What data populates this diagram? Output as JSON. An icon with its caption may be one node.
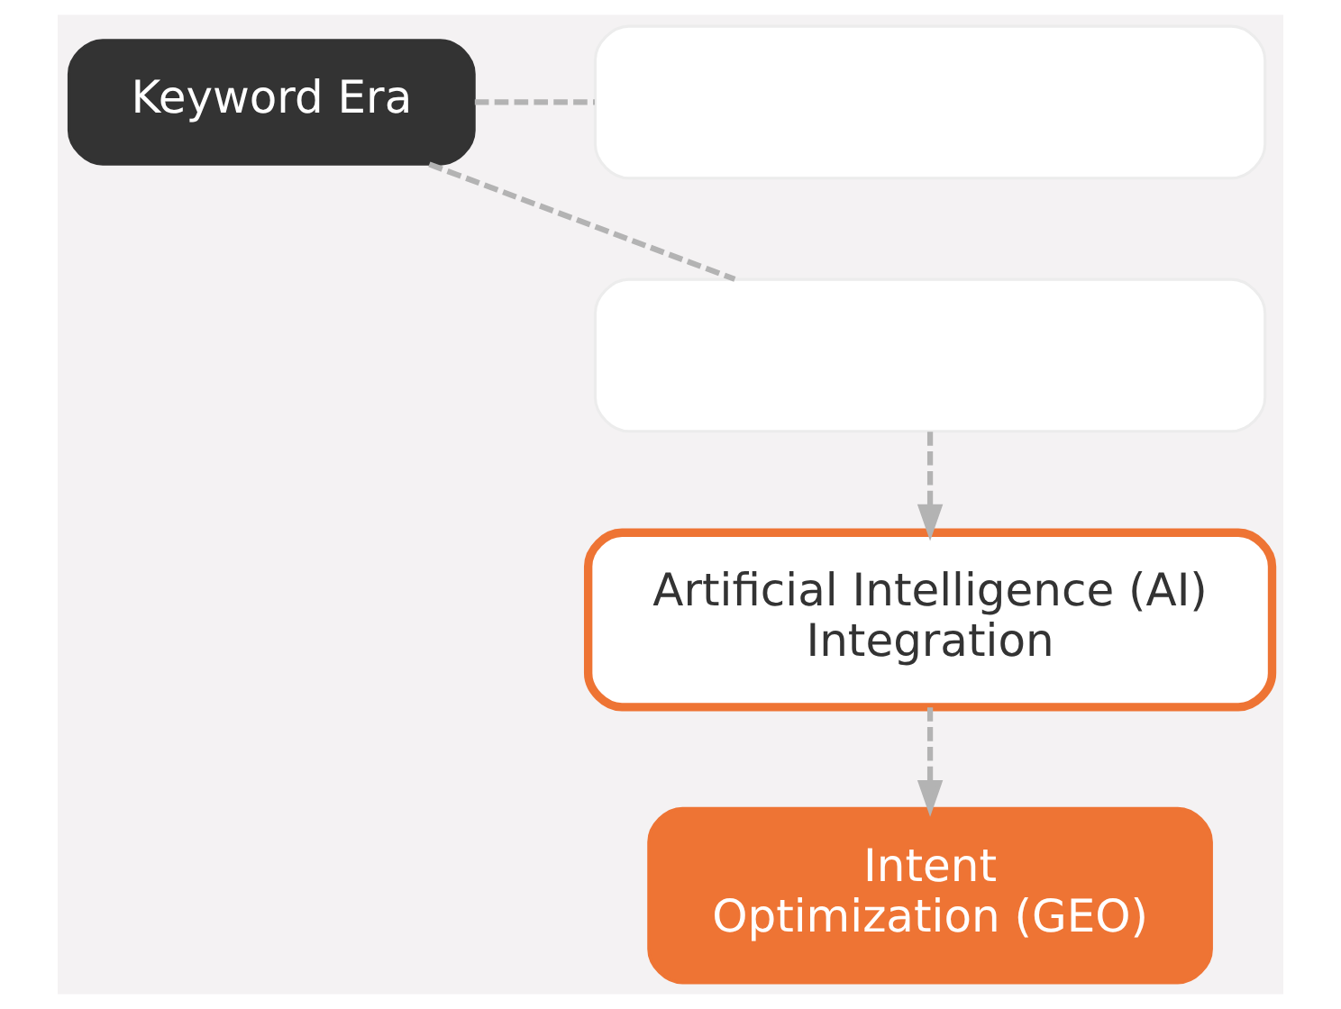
{
  "diagram": {
    "nodes": [
      {
        "text": [
          "Keyword Era"
        ]
      },
      {
        "text": [],
        "shape": "box"
      },
      {
        "text": [],
        "shape": "box"
      },
      {
        "text": [
          "Artificial Intelligence (AI) Integration"
        ]
      },
      {
        "text": [
          "Intent Optimization (GEO)"
        ]
      }
    ],
    "edges": [
      {
        "from": 0,
        "to": 1,
        "arrow": "none",
        "style": "dashed"
      },
      {
        "from": 0,
        "to": 2,
        "arrow": "none",
        "style": "dashed"
      },
      {
        "from": 2,
        "to": 3,
        "arrow": "to",
        "style": "dashed"
      },
      {
        "from": 3,
        "to": 4,
        "arrow": "to",
        "style": "dashed"
      }
    ]
  }
}
